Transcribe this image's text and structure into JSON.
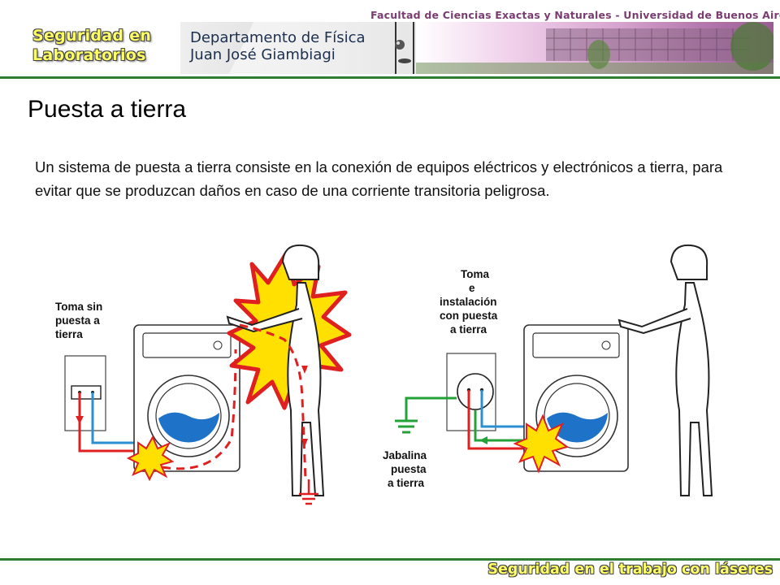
{
  "header": {
    "brand_line1": "Seguridad en",
    "brand_line2": "Laboratorios",
    "dept_line1": "Departamento de Física",
    "dept_line2": "Juan José Giambiagi",
    "faculty": "Facultad de Ciencias Exactas y Naturales - Universidad de Buenos Aires"
  },
  "slide": {
    "title": "Puesta a tierra",
    "body": "Un sistema de puesta a tierra consiste en la conexión de equipos eléctricos y electrónicos a tierra, para evitar que se produzcan daños en caso de una corriente transitoria peligrosa."
  },
  "illustration": {
    "left_label": [
      "Toma sin",
      "puesta a",
      "tierra"
    ],
    "right_label": [
      "Toma",
      "e",
      "instalación",
      "con puesta",
      "a tierra"
    ],
    "ground_label": [
      "Jabalina",
      "puesta",
      "a tierra"
    ],
    "colors": {
      "live": "#e02020",
      "neutral": "#2b8fd0",
      "ground": "#24a23a",
      "spark": "#ffe000",
      "water": "#1e73c8"
    }
  },
  "footer": {
    "text": "Seguridad en el trabajo con láseres"
  }
}
